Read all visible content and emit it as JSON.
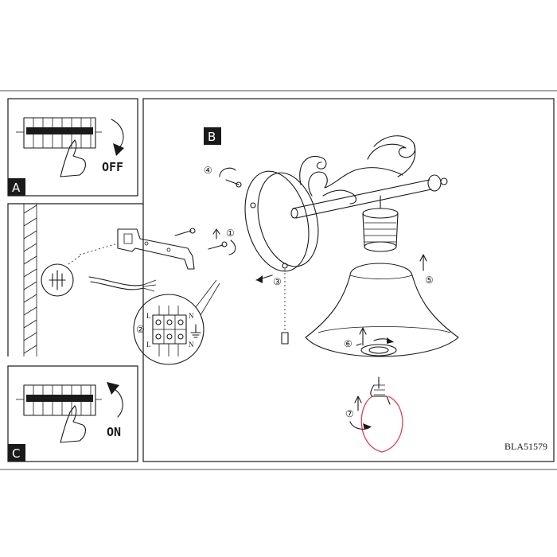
{
  "panels": {
    "a": {
      "label": "A",
      "state_text": "OFF"
    },
    "b": {
      "label": "B"
    },
    "c": {
      "label": "C",
      "state_text": "ON"
    }
  },
  "steps": [
    "①",
    "②",
    "③",
    "④",
    "⑤",
    "⑥",
    "⑦"
  ],
  "terminals": {
    "top": [
      "L",
      "N"
    ],
    "bottom": [
      "L",
      "N"
    ]
  },
  "product_code": "BLA51579",
  "colors": {
    "line": "#1a1a1a",
    "bulb_highlight": "#d9434f",
    "background": "#ffffff"
  }
}
